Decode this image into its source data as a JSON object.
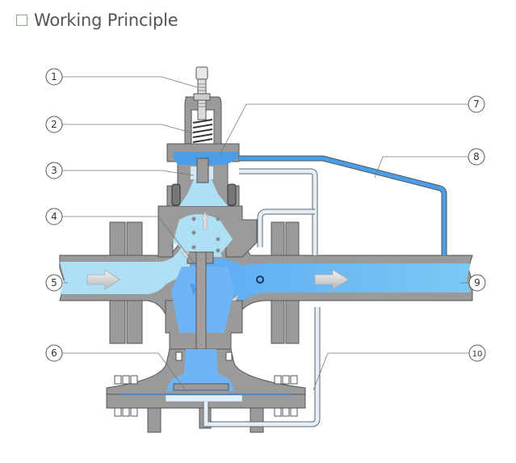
{
  "header": {
    "title": "Working Principle",
    "checkbox_icon": "square-outline-icon"
  },
  "diagram": {
    "subject": "pilot-operated pressure reducing valve cross-section",
    "callouts": [
      {
        "id": "1",
        "label": "①"
      },
      {
        "id": "2",
        "label": "②"
      },
      {
        "id": "3",
        "label": "③"
      },
      {
        "id": "4",
        "label": "④"
      },
      {
        "id": "5",
        "label": "⑤"
      },
      {
        "id": "6",
        "label": "⑥"
      },
      {
        "id": "7",
        "label": "⑦"
      },
      {
        "id": "8",
        "label": "⑧"
      },
      {
        "id": "9",
        "label": "⑨"
      },
      {
        "id": "10",
        "label": "⑩"
      }
    ],
    "colors": {
      "body": "#9a9a9a",
      "body_stroke": "#555555",
      "inlet_fluid": "#aee0f5",
      "outlet_fluid": "#6fb5f5",
      "pilot_line": "#4a9ee8",
      "sensing_line": "#e2f0fa",
      "arrow": "#d8d8d8"
    }
  }
}
